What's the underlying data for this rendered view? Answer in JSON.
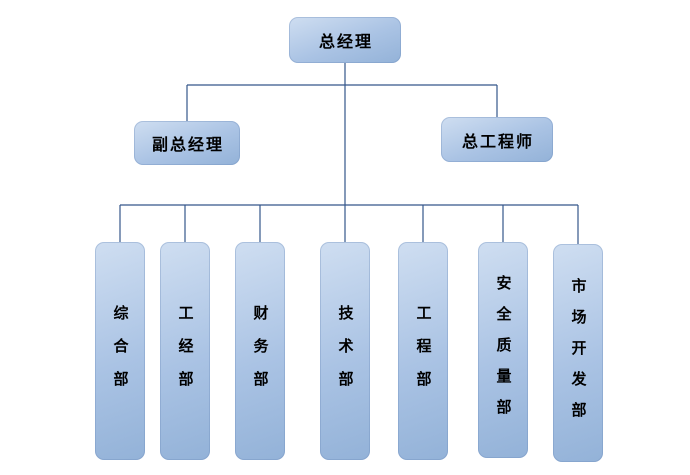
{
  "org_chart": {
    "root": {
      "label": "总经理"
    },
    "level2": [
      {
        "label": "副总经理"
      },
      {
        "label": "总工程师"
      }
    ],
    "departments": [
      {
        "label": "综合部"
      },
      {
        "label": "工经部"
      },
      {
        "label": "财务部"
      },
      {
        "label": "技术部"
      },
      {
        "label": "工程部"
      },
      {
        "label": "安全质量部"
      },
      {
        "label": "市场开发部"
      }
    ],
    "colors": {
      "node_fill_top": "#cfdef1",
      "node_fill_bottom": "#93b2d8",
      "connector": "#34568a",
      "background": "#ffffff"
    }
  }
}
